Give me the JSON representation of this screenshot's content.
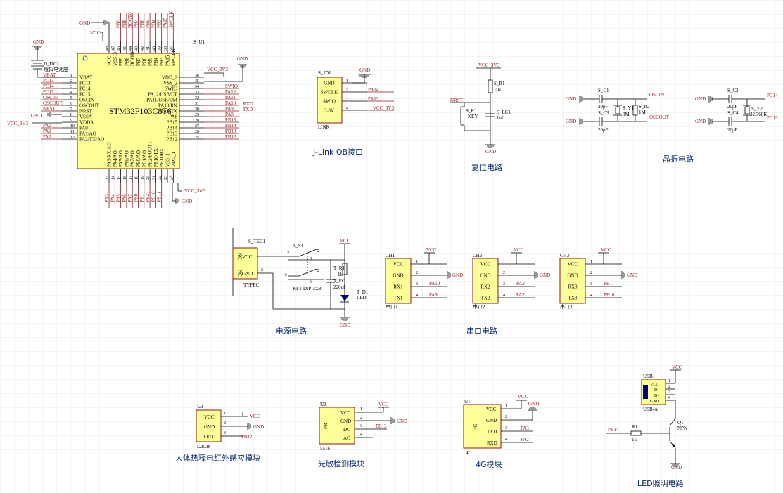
{
  "mcu": {
    "ref": "S_U1",
    "name": "STM32F103C8T6",
    "left_pins": [
      {
        "label": "VBAT",
        "num": "1"
      },
      {
        "label": "PC13",
        "num": "2"
      },
      {
        "label": "PC14",
        "num": "3"
      },
      {
        "label": "PC15",
        "num": "4"
      },
      {
        "label": "OSCIN",
        "num": "5"
      },
      {
        "label": "OSCOUT",
        "num": "6"
      },
      {
        "label": "NRST",
        "num": "7"
      },
      {
        "label": "VSSA",
        "num": "8"
      },
      {
        "label": "VDDA",
        "num": "9"
      },
      {
        "label": "PA0",
        "num": "10"
      },
      {
        "label": "PA1/AO",
        "num": "11"
      },
      {
        "label": "PA2/TX/AO",
        "num": "12"
      }
    ],
    "left_nets": [
      "VBAT",
      "PC13",
      "PC14",
      "PC15",
      "OSCIN",
      "OSCOUT",
      "NRST",
      "",
      "",
      "PA0",
      "PA1",
      "PA2"
    ],
    "right_pins": [
      {
        "label": "VDD_2",
        "num": "36"
      },
      {
        "label": "VSS_2",
        "num": "35"
      },
      {
        "label": "SWIO",
        "num": "34"
      },
      {
        "label": "PA12/USB/DP",
        "num": "33"
      },
      {
        "label": "PA11/USB/DM",
        "num": "32"
      },
      {
        "label": "PA10/RX",
        "num": "31"
      },
      {
        "label": "PA9/TX",
        "num": "30"
      },
      {
        "label": "PA8",
        "num": "29"
      },
      {
        "label": "PB15",
        "num": "28"
      },
      {
        "label": "PB14",
        "num": "27"
      },
      {
        "label": "PB13",
        "num": "26"
      },
      {
        "label": "PB12",
        "num": "25"
      }
    ],
    "right_nets": [
      "",
      "",
      "SWIO",
      "PA12",
      "PA11",
      "PA10",
      "PA9",
      "PA8",
      "PB15",
      "PB14",
      "PB13",
      "PB12"
    ],
    "top_pins": [
      {
        "label": "VCC",
        "num": "48"
      },
      {
        "label": "VSS_3",
        "num": "47"
      },
      {
        "label": "PB9",
        "num": "46"
      },
      {
        "label": "PB8",
        "num": "45"
      },
      {
        "label": "BOOT0",
        "num": "44"
      },
      {
        "label": "PB7",
        "num": "43"
      },
      {
        "label": "PB6",
        "num": "42"
      },
      {
        "label": "PB5",
        "num": "41"
      },
      {
        "label": "PB4",
        "num": "40"
      },
      {
        "label": "PB3",
        "num": "39"
      },
      {
        "label": "PA15",
        "num": "38"
      },
      {
        "label": "SWCLK",
        "num": "37"
      }
    ],
    "top_nets": [
      "",
      "",
      "PB9",
      "PB8",
      "BOOT0",
      "PB7",
      "PB6",
      "PB5",
      "PB4",
      "PB3",
      "PA15",
      "SWCLK"
    ],
    "bottom_pins": [
      {
        "label": "PA3/RX/AO",
        "num": "13"
      },
      {
        "label": "PA4/AO",
        "num": "14"
      },
      {
        "label": "PA5/AO",
        "num": "15"
      },
      {
        "label": "PA6/AO",
        "num": "16"
      },
      {
        "label": "PA7/AO",
        "num": "17"
      },
      {
        "label": "PB0/AO",
        "num": "18"
      },
      {
        "label": "PB1/AO",
        "num": "19"
      },
      {
        "label": "PB2/BOOT1",
        "num": "20"
      },
      {
        "label": "PB10/TX",
        "num": "21"
      },
      {
        "label": "PB11/RX",
        "num": "22"
      },
      {
        "label": "VSS_1",
        "num": "23"
      },
      {
        "label": "VDD_1",
        "num": "24"
      }
    ],
    "bottom_nets": [
      "PA3",
      "PA4",
      "PA5",
      "PA6",
      "PA7",
      "PB0",
      "PB1",
      "PB2",
      "PB10",
      "PB11",
      "",
      ""
    ],
    "net_rxd": "RXD",
    "net_txd": "TXD",
    "gnd": "GND",
    "vcc": "VCC",
    "vcc33": "VCC_3V3"
  },
  "battery": {
    "ref": "D_DC1",
    "desc": "纽扣电池座",
    "gnd": "GND"
  },
  "jlink": {
    "ref": "S_JD1",
    "name": "LINK",
    "caption": "J-Link OB接口",
    "pins": [
      {
        "label": "GND",
        "num": "1"
      },
      {
        "label": "SWCLK",
        "num": "2",
        "net": "PA14"
      },
      {
        "label": "SWIO",
        "num": "3",
        "net": "PA13"
      },
      {
        "label": "3.3V",
        "num": "4",
        "net": "VCC_3V3"
      }
    ],
    "gnd": "GND"
  },
  "reset": {
    "vcc": "VCC_3V3",
    "r_ref": "S_R1",
    "r_val": "10k",
    "k_ref": "S_K1",
    "k_val": "KEY",
    "c_ref": "S_EC1",
    "c_val": "1uf",
    "net": "NRST",
    "gnd": "GND",
    "caption": "复位电路"
  },
  "crystal": {
    "caption": "晶振电路",
    "gnd": "GND",
    "c1": "S_C1",
    "c3": "S_C3",
    "y1": "S_Y1",
    "y1_val": "8M",
    "r2": "S_R2",
    "r2_val": "1M",
    "cap_val": "20pF",
    "oscin": "OSCIN",
    "oscout": "OSCOUT",
    "c2": "S_C2",
    "c4": "S_C4",
    "y2": "S_Y2",
    "y2_val": "32.768K",
    "pc14": "PC14",
    "pc15": "PC15"
  },
  "power": {
    "ref": "S_TEC1",
    "name": "TYPEC",
    "pin_vcc": "VCC",
    "pin_gnd": "GND",
    "nc": "NC",
    "sw_ref": "T_S1",
    "sw_name": "KFT DIP-3X8",
    "r_ref": "T_R1",
    "r_val": "1k",
    "c_ref": "T_EC",
    "c_val": "220uf",
    "led_ref": "T_D1",
    "led_val": "LED",
    "vcc": "VCC",
    "gnd": "GND",
    "caption": "电源电路",
    "pin_nums": [
      "1",
      "2",
      "2",
      "3",
      "5",
      "6"
    ]
  },
  "serial": {
    "caption": "串口电路",
    "vcc": "VCC",
    "gnd": "GND",
    "ports": [
      {
        "ref": "CH1",
        "name": "串口1",
        "rx": "RX1",
        "tx": "TX1",
        "rx_net": "PA10",
        "tx_net": "PA9"
      },
      {
        "ref": "CH2",
        "name": "串口2",
        "rx": "RX2",
        "tx": "TX2",
        "rx_net": "PA3",
        "tx_net": "PA2"
      },
      {
        "ref": "CH3",
        "name": "串口3",
        "rx": "RX3",
        "tx": "TX3",
        "rx_net": "PB11",
        "tx_net": "PB10"
      }
    ],
    "pin_vcc": "VCC",
    "pin_gnd": "GND"
  },
  "pir": {
    "ref": "U3",
    "name": "D203S",
    "pins": [
      "VCC",
      "GND",
      "OUT"
    ],
    "vcc": "VCC",
    "gnd": "GND",
    "net": "PB12",
    "caption": "人体热释电红外感应模块"
  },
  "ldr": {
    "ref": "U2",
    "name": "5516",
    "pins": [
      "VCC",
      "GND",
      "DO",
      "AO"
    ],
    "chip": "PR",
    "vcc": "VCC",
    "gnd": "GND",
    "net": "PB13",
    "caption": "光敏检测模块"
  },
  "g4": {
    "ref": "U1",
    "name": "4G",
    "pins": [
      "VCC",
      "GND",
      "TXD",
      "RXD"
    ],
    "chip": "4G",
    "vcc": "VCC",
    "gnd": "GND",
    "tx_net": "PA3",
    "rx_net": "PA2",
    "caption": "4G模块"
  },
  "led": {
    "usb_ref": "USB1",
    "usb_name": "USB-A",
    "pins": [
      "VCC",
      "D-",
      "D+",
      "GND"
    ],
    "q_ref": "Q1",
    "q_val": "NPN",
    "r_ref": "R1",
    "r_val": "1k",
    "net": "PB14",
    "vcc": "VCC",
    "gnd": "GND",
    "caption": "LED照明电路"
  }
}
